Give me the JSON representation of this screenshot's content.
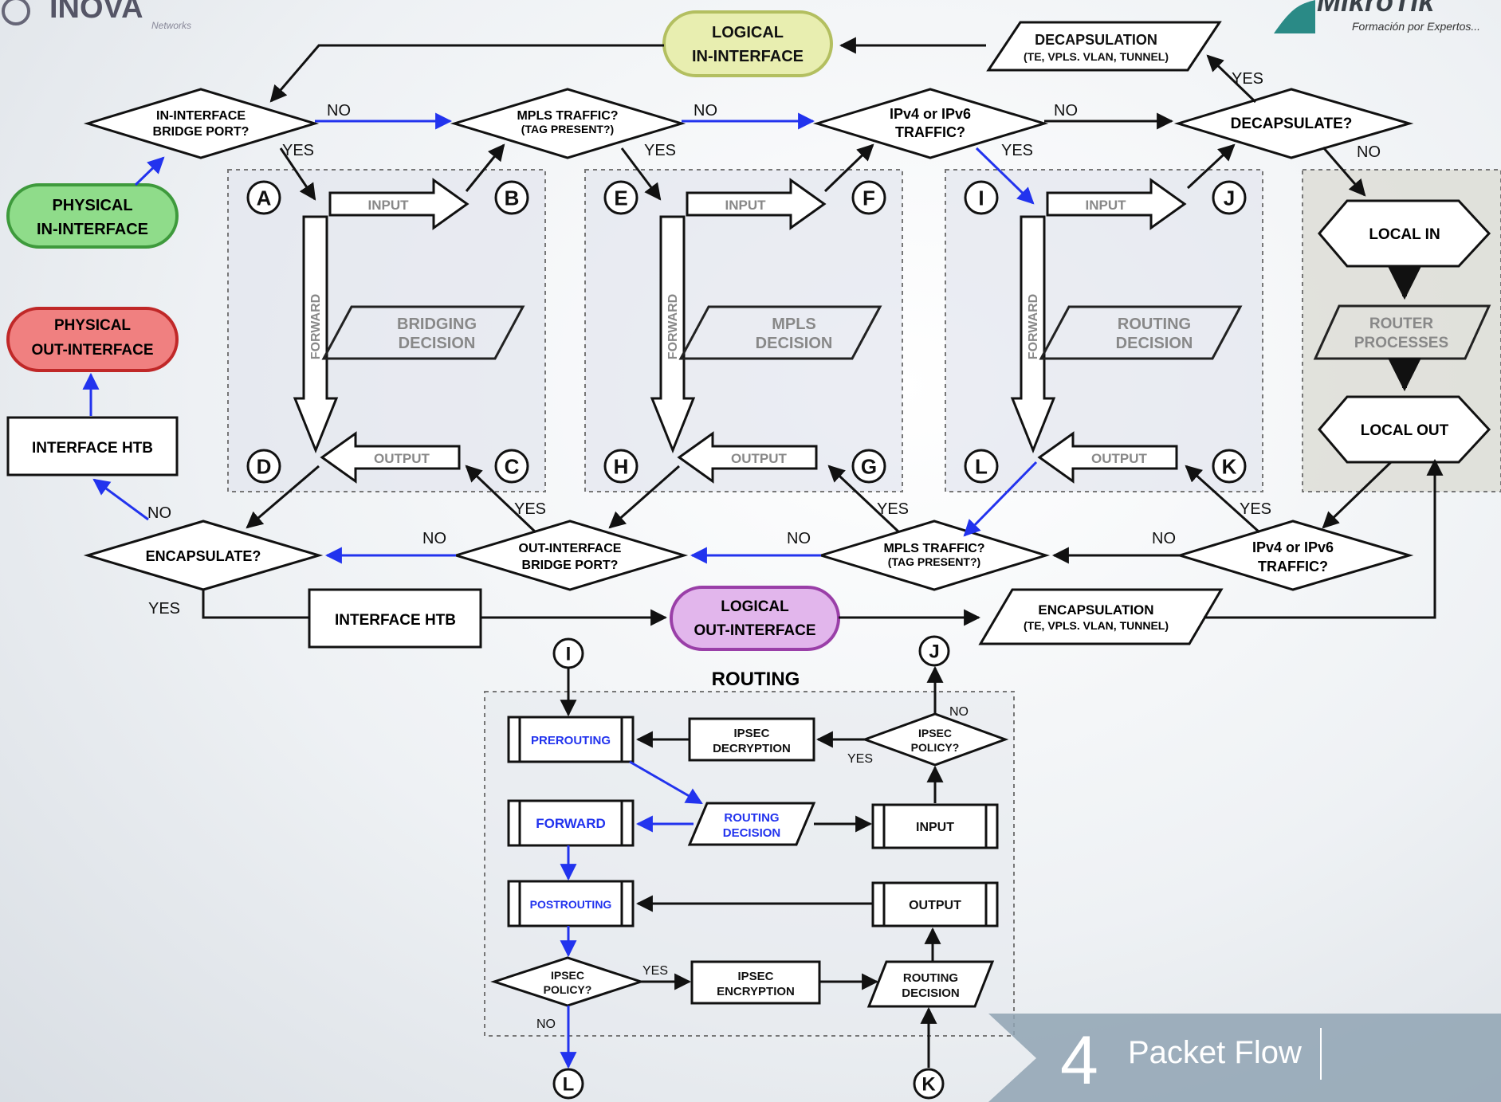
{
  "header": {
    "left_logo_text": "INOVA",
    "left_logo_sub": "Networks",
    "right_logo_text": "MikroTik",
    "right_logo_sub": "Formación por Expertos..."
  },
  "nodes": {
    "logical_in": [
      "LOGICAL",
      "IN-INTERFACE"
    ],
    "physical_in": [
      "PHYSICAL",
      "IN-INTERFACE"
    ],
    "physical_out": [
      "PHYSICAL",
      "OUT-INTERFACE"
    ],
    "logical_out": [
      "LOGICAL",
      "OUT-INTERFACE"
    ],
    "interface_htb_left": "INTERFACE HTB",
    "interface_htb_bottom": "INTERFACE HTB",
    "decapsulation": [
      "DECAPSULATION",
      "(TE, VPLS. VLAN, TUNNEL)"
    ],
    "encapsulation": [
      "ENCAPSULATION",
      "(TE, VPLS. VLAN, TUNNEL)"
    ],
    "q_in_bridge": [
      "IN-INTERFACE",
      "BRIDGE PORT?"
    ],
    "q_mpls_top": [
      "MPLS TRAFFIC?",
      "(TAG PRESENT?)"
    ],
    "q_ip_top": [
      "IPv4 or IPv6",
      "TRAFFIC?"
    ],
    "q_decap": "DECAPSULATE?",
    "q_encap": "ENCAPSULATE?",
    "q_out_bridge": [
      "OUT-INTERFACE",
      "BRIDGE PORT?"
    ],
    "q_mpls_bottom": [
      "MPLS TRAFFIC?",
      "(TAG PRESENT?)"
    ],
    "q_ip_bottom": [
      "IPv4 or IPv6",
      "TRAFFIC?"
    ],
    "local_in": "LOCAL IN",
    "router_processes": [
      "ROUTER",
      "PROCESSES"
    ],
    "local_out": "LOCAL OUT"
  },
  "boxes": [
    {
      "decision": [
        "BRIDGING",
        "DECISION"
      ],
      "letters": [
        "A",
        "B",
        "C",
        "D"
      ]
    },
    {
      "decision": [
        "MPLS",
        "DECISION"
      ],
      "letters": [
        "E",
        "F",
        "G",
        "H"
      ]
    },
    {
      "decision": [
        "ROUTING",
        "DECISION"
      ],
      "letters": [
        "I",
        "J",
        "K",
        "L"
      ]
    }
  ],
  "arrow_labels": {
    "input": "INPUT",
    "output": "OUTPUT",
    "forward": "FORWARD"
  },
  "edge_labels": {
    "yes": "YES",
    "no": "NO"
  },
  "routing_detail": {
    "title": "ROUTING",
    "prerouting": "PREROUTING",
    "forward": "FORWARD",
    "postrouting": "POSTROUTING",
    "ipsec_decryption": [
      "IPSEC",
      "DECRYPTION"
    ],
    "ipsec_policy_top": [
      "IPSEC",
      "POLICY?"
    ],
    "routing_decision": [
      "ROUTING",
      "DECISION"
    ],
    "input": "INPUT",
    "output": "OUTPUT",
    "ipsec_policy_bottom": [
      "IPSEC",
      "POLICY?"
    ],
    "ipsec_encryption": [
      "IPSEC",
      "ENCRYPTION"
    ],
    "routing_decision_2": [
      "ROUTING",
      "DECISION"
    ],
    "connectors": {
      "top_left": "I",
      "top_right": "J",
      "bottom_left": "L",
      "bottom_right": "K"
    }
  },
  "footer": {
    "number": "4",
    "title": "Packet Flow"
  },
  "colors": {
    "blue": "#2233ee",
    "black": "#111111",
    "green_fill": "#8fdc8a",
    "red_fill": "#f08080",
    "yellow_fill": "#e8eeb0",
    "purple_fill": "#e2b6ec"
  }
}
